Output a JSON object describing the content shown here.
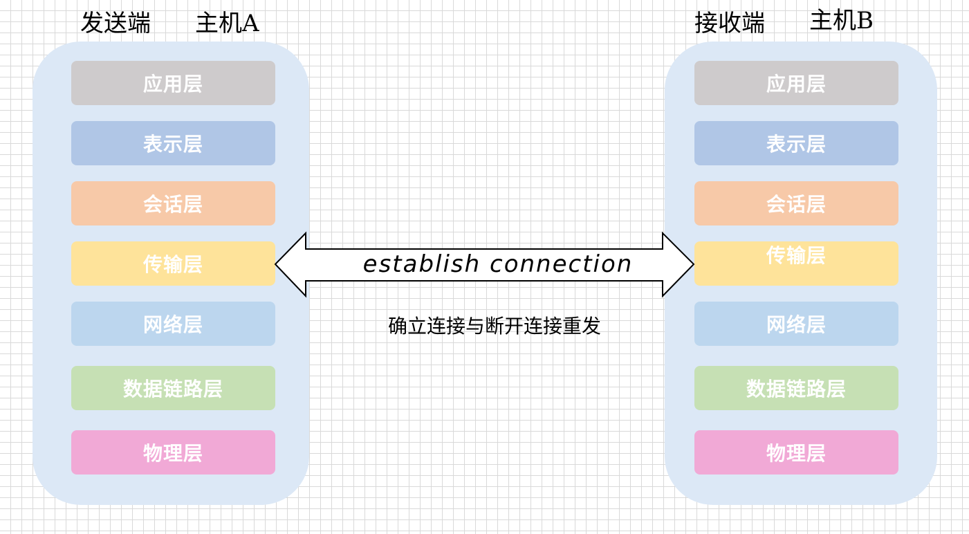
{
  "sender": {
    "role_label": "发送端",
    "host_label": "主机A",
    "layers": [
      {
        "label": "应用层",
        "color": "#cecbcc"
      },
      {
        "label": "表示层",
        "color": "#b0c6e6"
      },
      {
        "label": "会话层",
        "color": "#f7c9a8"
      },
      {
        "label": "传输层",
        "color": "#fee39a"
      },
      {
        "label": "网络层",
        "color": "#bcd6ee"
      },
      {
        "label": "数据链路层",
        "color": "#c6e0b4"
      },
      {
        "label": "物理层",
        "color": "#f1a9d6"
      }
    ]
  },
  "receiver": {
    "role_label": "接收端",
    "host_label": "主机B",
    "layers": [
      {
        "label": "应用层",
        "color": "#cecbcc"
      },
      {
        "label": "表示层",
        "color": "#b0c6e6"
      },
      {
        "label": "会话层",
        "color": "#f7c9a8"
      },
      {
        "label": "传输层",
        "color": "#fee39a"
      },
      {
        "label": "网络层",
        "color": "#bcd6ee"
      },
      {
        "label": "数据链路层",
        "color": "#c6e0b4"
      },
      {
        "label": "物理层",
        "color": "#f1a9d6"
      }
    ]
  },
  "connection": {
    "arrow_label": "establish connection",
    "caption": "确立连接与断开连接重发"
  },
  "colors": {
    "panel": "#dce8f6",
    "grid": "#d9d9d9"
  }
}
